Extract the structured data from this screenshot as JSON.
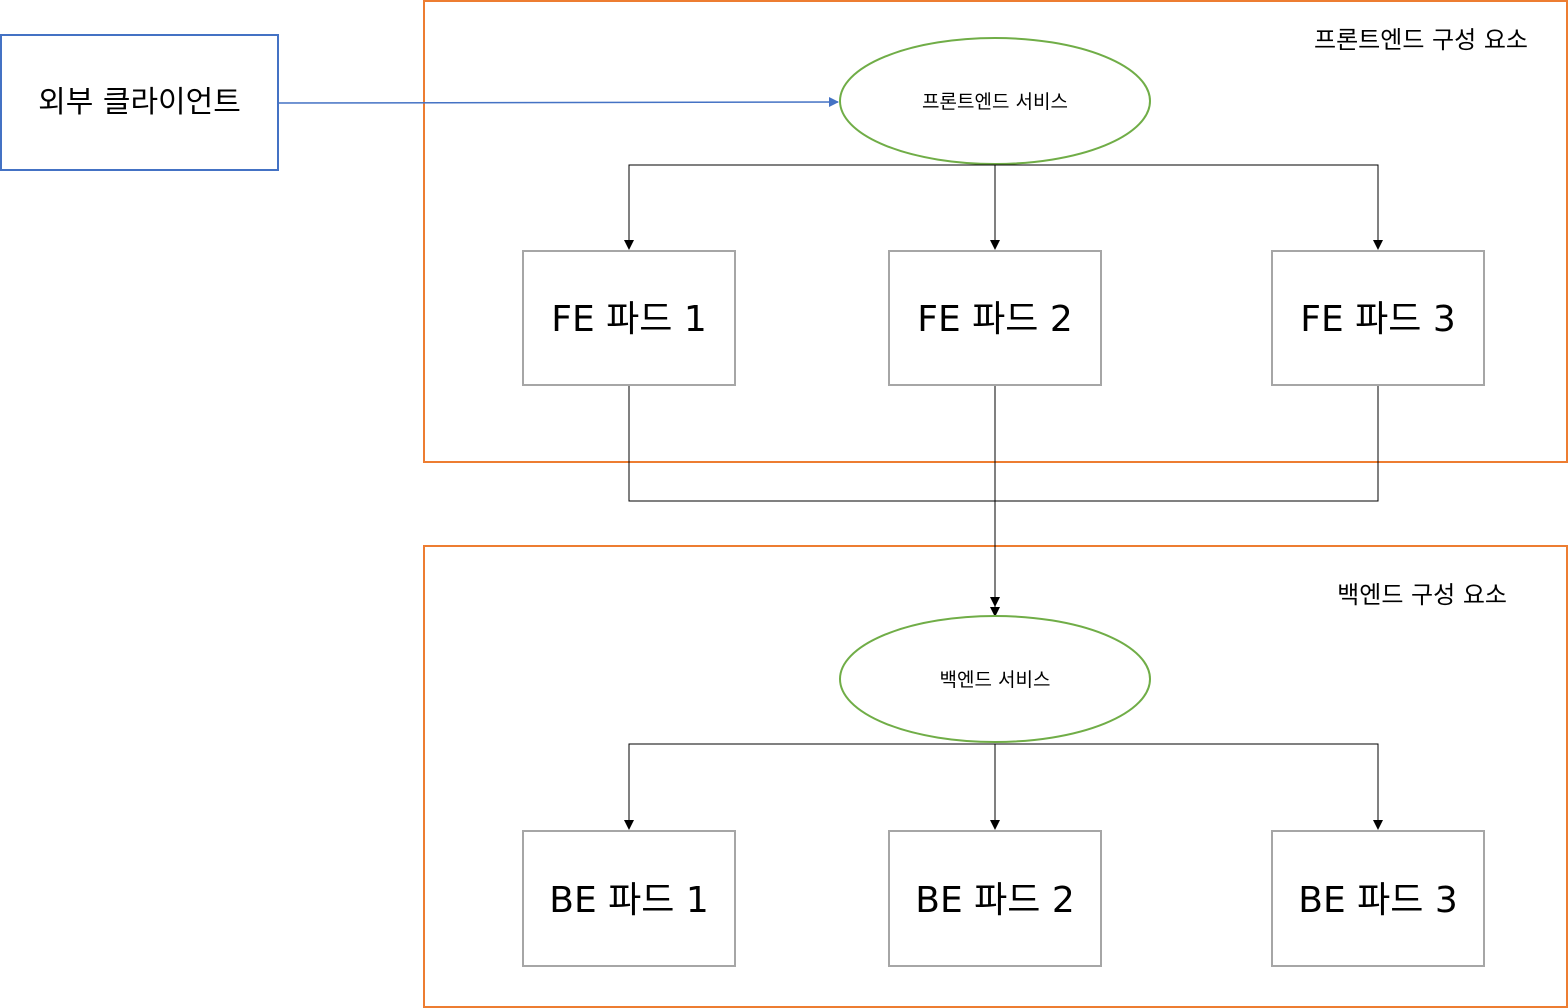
{
  "external_client": {
    "label": "외부 클라이언트",
    "border_color": "#4472C4"
  },
  "frontend_group": {
    "title": "프론트엔드 구성 요소",
    "border_color": "#ED7D31",
    "service": {
      "label": "프론트엔드 서비스",
      "border_color": "#70AD47"
    },
    "pods": [
      {
        "label": "FE 파드 1"
      },
      {
        "label": "FE 파드 2"
      },
      {
        "label": "FE 파드 3"
      }
    ]
  },
  "backend_group": {
    "title": "백엔드 구성 요소",
    "border_color": "#ED7D31",
    "service": {
      "label": "백엔드 서비스",
      "border_color": "#70AD47"
    },
    "pods": [
      {
        "label": "BE 파드 1"
      },
      {
        "label": "BE 파드 2"
      },
      {
        "label": "BE 파드 3"
      }
    ]
  },
  "colors": {
    "pod_border": "#A6A6A6",
    "connector": "#000000",
    "client_arrow": "#4472C4"
  }
}
